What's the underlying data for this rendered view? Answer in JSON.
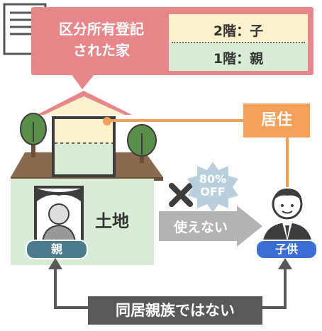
{
  "callout": {
    "title": "区分所有登記\nされた家",
    "floor2": "2階：子",
    "floor1": "1階：親"
  },
  "residence_label": "居住",
  "land_label": "土地",
  "parent_label": "親",
  "child_label": "子供",
  "arrow_label": "使えない",
  "discount_badge": "80%\nOFF",
  "bottom_label": "同居親族ではない",
  "colors": {
    "pink": "#e8878a",
    "orange": "#f5a05a",
    "cream": "#fbf1cc",
    "mint": "#d8ecd6",
    "gray": "#595959",
    "blue": "#3b6fd4",
    "teal": "#4a7c8a"
  }
}
